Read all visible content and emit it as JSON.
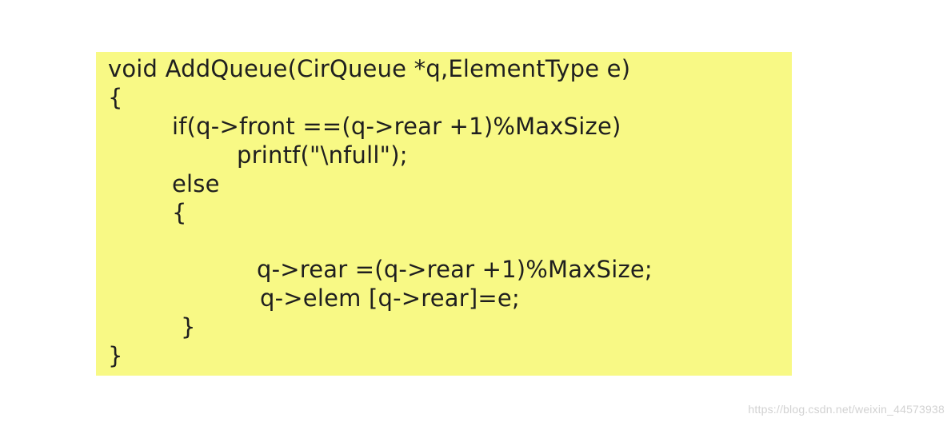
{
  "code": {
    "lines": [
      "void AddQueue(CirQueue *q,ElementType e)",
      "{",
      "if(q->front ==(q->rear +1)%MaxSize)",
      "printf(\"\\nfull\");",
      "else",
      "{",
      "q->rear =(q->rear +1)%MaxSize;",
      "q->elem [q->rear]=e;",
      "}",
      "}"
    ]
  },
  "watermark": {
    "text": "https://blog.csdn.net/weixin_44573938"
  },
  "colors": {
    "panel_background": "#f8f985",
    "text": "#1f1f1f",
    "watermark": "#d2d2d2"
  }
}
